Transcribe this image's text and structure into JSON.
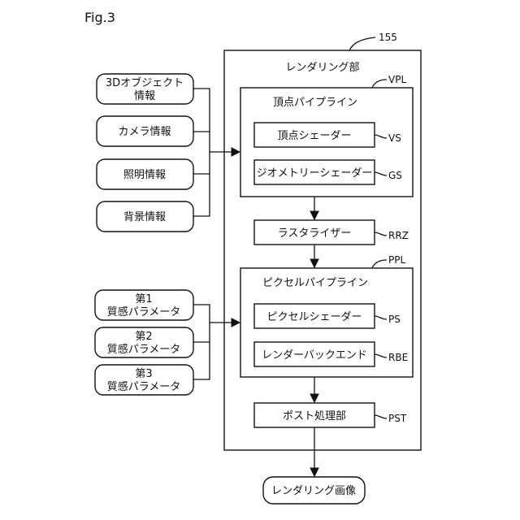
{
  "figure": {
    "title": "Fig.3"
  },
  "refs": {
    "renderer": "155",
    "vpl": "VPL",
    "vs": "VS",
    "gs": "GS",
    "rrz": "RRZ",
    "ppl": "PPL",
    "ps": "PS",
    "rbe": "RBE",
    "pst": "PST"
  },
  "inputs": {
    "obj3d": [
      "3Dオブジェクト",
      "情報"
    ],
    "camera": "カメラ情報",
    "lighting": "照明情報",
    "background": "背景情報",
    "param1": [
      "第1",
      "質感パラメータ"
    ],
    "param2": [
      "第2",
      "質感パラメータ"
    ],
    "param3": [
      "第3",
      "質感パラメータ"
    ]
  },
  "renderer": {
    "title": "レンダリング部",
    "vertex_pipeline": {
      "title": "頂点パイプライン",
      "vertex_shader": "頂点シェーダー",
      "geometry_shader": "ジオメトリーシェーダー"
    },
    "rasterizer": "ラスタライザー",
    "pixel_pipeline": {
      "title": "ピクセルパイプライン",
      "pixel_shader": "ピクセルシェーダー",
      "render_backend": "レンダーバックエンド"
    },
    "post_processing": "ポスト処理部"
  },
  "output": {
    "label": "レンダリング画像"
  }
}
